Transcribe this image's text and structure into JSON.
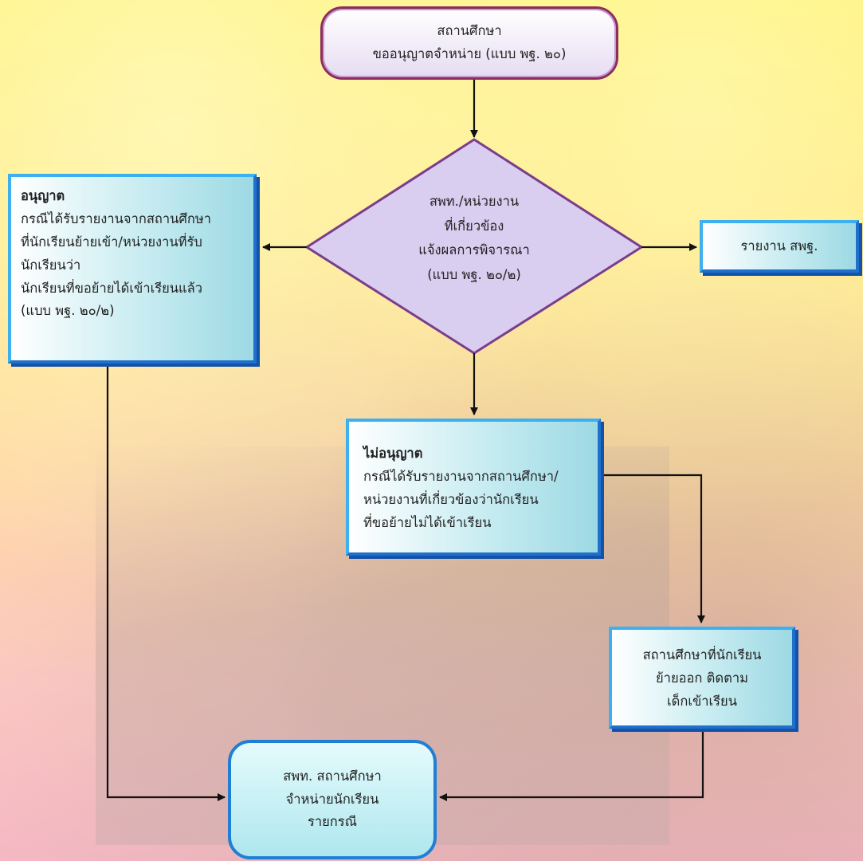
{
  "start": {
    "lines": [
      "สถานศึกษา",
      "ขออนุญาตจำหน่าย (แบบ พฐ. ๒๐)"
    ]
  },
  "decision": {
    "lines": [
      "สพท./หน่วยงาน",
      "ที่เกี่ยวข้อง",
      "แจ้งผลการพิจารณา",
      "(แบบ พฐ. ๒๐/๒)"
    ]
  },
  "approved": {
    "title": "อนุญาต",
    "lines": [
      "กรณีได้รับรายงานจากสถานศึกษา",
      "ที่นักเรียนย้ายเข้า/หน่วยงานที่รับ",
      "นักเรียนว่า",
      "นักเรียนที่ขอย้ายได้เข้าเรียนแล้ว",
      "(แบบ พฐ. ๒๐/๒)"
    ]
  },
  "report": {
    "label": "รายงาน สพฐ."
  },
  "denied": {
    "title": "ไม่อนุญาต",
    "lines": [
      "กรณีได้รับรายงานจากสถานศึกษา/",
      "หน่วยงานที่เกี่ยวข้องว่านักเรียน",
      "ที่ขอย้ายไม่ได้เข้าเรียน"
    ]
  },
  "follow": {
    "lines": [
      "สถานศึกษาที่นักเรียน",
      "ย้ายออก ติดตาม",
      "เด็กเข้าเรียน"
    ]
  },
  "end": {
    "lines": [
      "สพท. สถานศึกษา",
      "จำหน่ายนักเรียน",
      "รายกรณี"
    ]
  },
  "colors": {
    "connector": "#111111",
    "diamond_fill": "#d9cdf0",
    "diamond_border": "#7a3d8c",
    "box_border": "#1f6fcc"
  }
}
